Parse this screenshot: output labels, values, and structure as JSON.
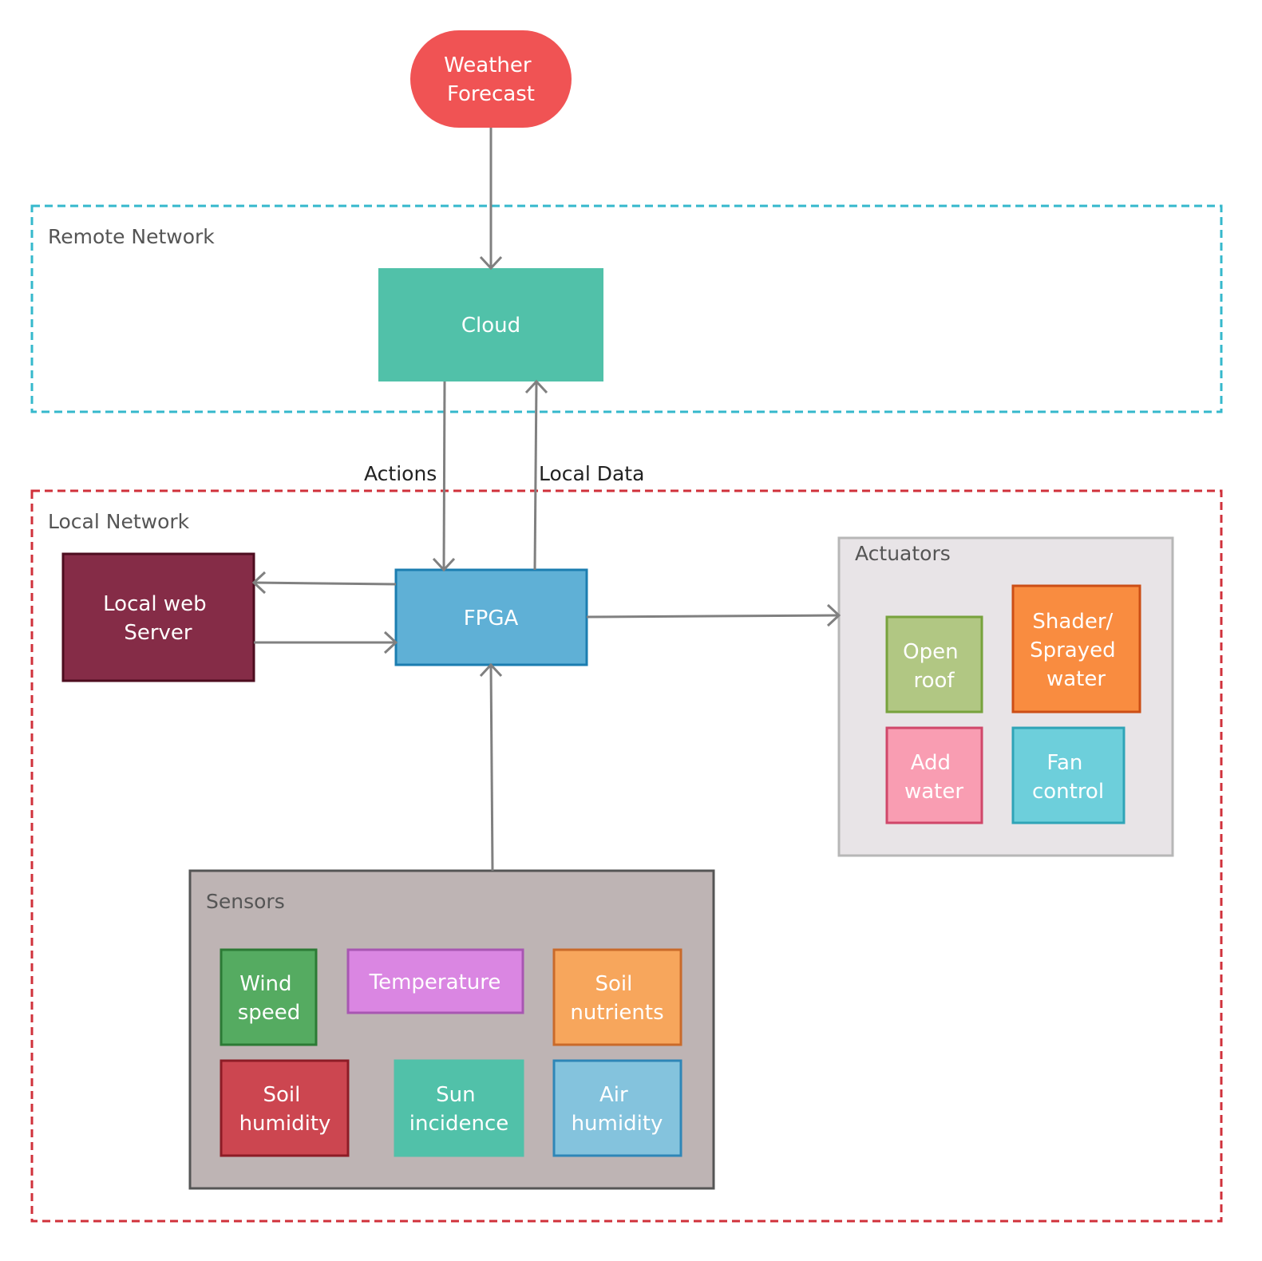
{
  "diagram": {
    "colors": {
      "remote_border": "#35b8cc",
      "local_border": "#d0313b",
      "edge": "#808080",
      "weather": "#f05354",
      "cloud": "#51c1a9",
      "fpga": "#5fb0d6",
      "fpga_border": "#1b7db0",
      "local_web_server": "#852c47",
      "local_web_server_border": "#4d0d1f",
      "actuators_bg": "#e8e4e7",
      "sensors_bg": "#beb4b4"
    },
    "weather": {
      "lines": [
        "Weather",
        "Forecast"
      ]
    },
    "cloud": {
      "label": "Cloud"
    },
    "fpga": {
      "label": "FPGA"
    },
    "local_web_server": {
      "lines": [
        "Local web",
        "Server"
      ]
    },
    "groups": {
      "remote": {
        "label": "Remote Network"
      },
      "local": {
        "label": "Local Network"
      },
      "actuators": {
        "label": "Actuators"
      },
      "sensors": {
        "label": "Sensors"
      }
    },
    "edge_labels": {
      "actions": "Actions",
      "local_data": "Local Data"
    },
    "actuators": {
      "open_roof": {
        "lines": [
          "Open",
          "roof"
        ],
        "fill": "#b1c783",
        "border": "#77a23d"
      },
      "shader": {
        "lines": [
          "Shader/",
          "Sprayed",
          "water"
        ],
        "fill": "#f98c40",
        "border": "#cc4e16"
      },
      "add_water": {
        "lines": [
          "Add",
          "water"
        ],
        "fill": "#f99db2",
        "border": "#d0476a"
      },
      "fan_control": {
        "lines": [
          "Fan",
          "control"
        ],
        "fill": "#6dcfdb",
        "border": "#2fa4b7"
      }
    },
    "sensors": {
      "wind_speed": {
        "lines": [
          "Wind",
          "speed"
        ],
        "fill": "#55ab61",
        "border": "#2c7a35"
      },
      "temperature": {
        "lines": [
          "Temperature"
        ],
        "fill": "#da86e2",
        "border": "#a856b2"
      },
      "soil_nutrients": {
        "lines": [
          "Soil",
          "nutrients"
        ],
        "fill": "#f7a65c",
        "border": "#c96a2a"
      },
      "soil_humidity": {
        "lines": [
          "Soil",
          "humidity"
        ],
        "fill": "#cc4650",
        "border": "#8d1c26"
      },
      "sun_incidence": {
        "lines": [
          "Sun",
          "incidence"
        ],
        "fill": "#51c1a9",
        "border": "#51c1a9"
      },
      "air_humidity": {
        "lines": [
          "Air",
          "humidity"
        ],
        "fill": "#84c3dd",
        "border": "#2e86b7"
      }
    }
  }
}
